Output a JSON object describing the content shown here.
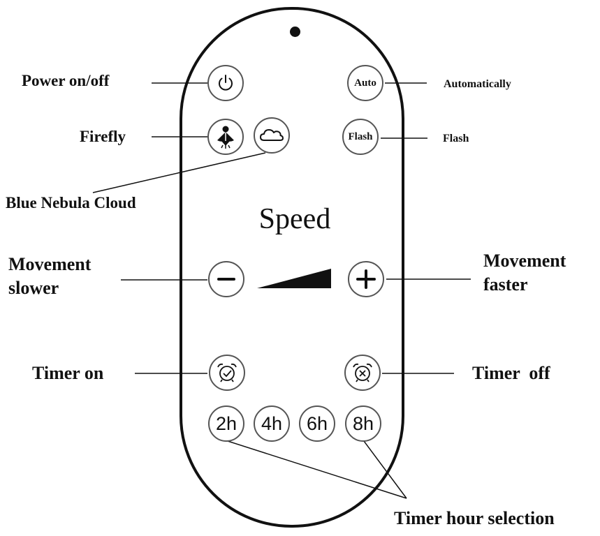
{
  "remote": {
    "title": "Speed",
    "buttons": {
      "auto": "Auto",
      "flash": "Flash",
      "hours": [
        "2h",
        "4h",
        "6h",
        "8h"
      ]
    }
  },
  "labels": {
    "power": "Power on/off",
    "firefly": "Firefly",
    "blue_nebula": "Blue Nebula Cloud",
    "movement_slower_1": "Movement",
    "movement_slower_2": "slower",
    "timer_on": "Timer on",
    "automatically": "Automatically",
    "flash": "Flash",
    "movement_faster_1": "Movement",
    "movement_faster_2": "faster",
    "timer_off": "Timer  off",
    "timer_hour": "Timer hour selection"
  },
  "icons": {
    "power": "power-icon",
    "firefly": "firefly-icon",
    "cloud": "cloud-icon",
    "minus": "minus-icon",
    "plus": "plus-icon",
    "alarm_check": "alarm-clock-check-icon",
    "alarm_x": "alarm-clock-x-icon"
  }
}
